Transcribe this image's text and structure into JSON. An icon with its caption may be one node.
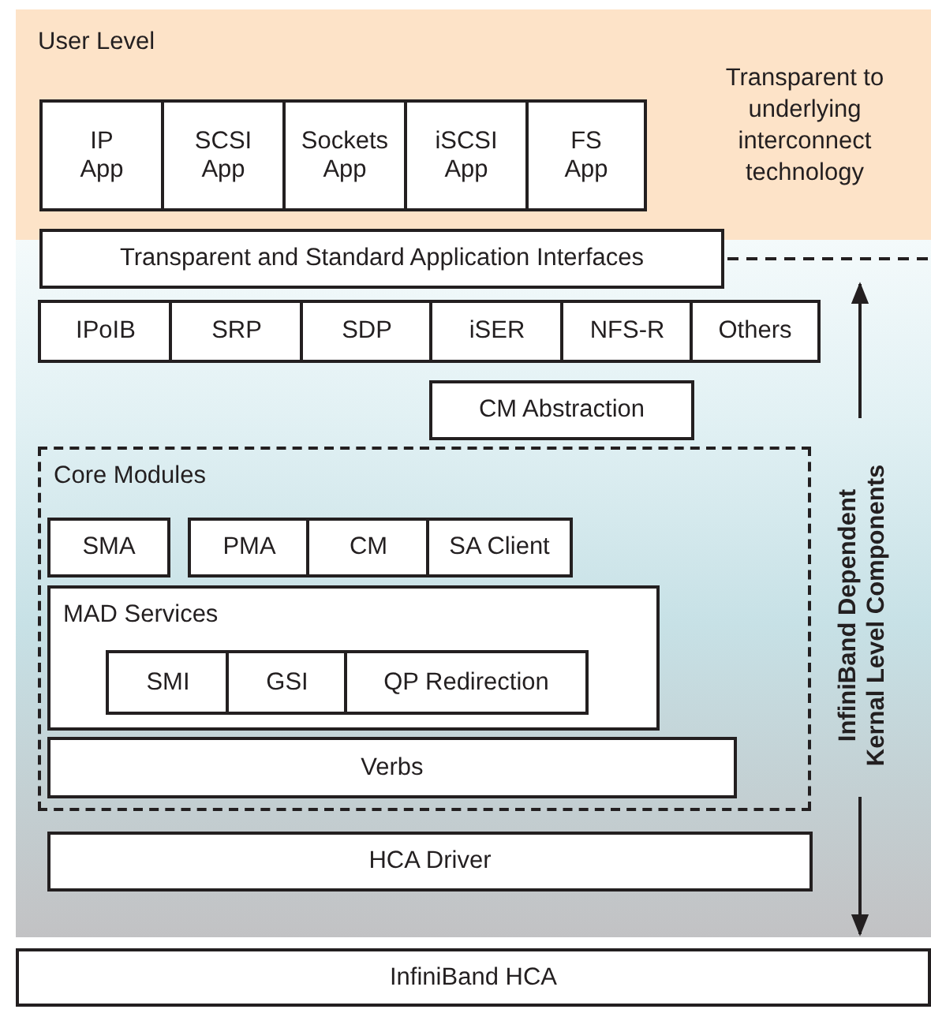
{
  "diagram": {
    "nodes": [
      {
        "text": [
          "User Level"
        ]
      },
      {
        "text": [
          "IP App"
        ],
        "in": 0
      },
      {
        "text": [
          "SCSI App"
        ],
        "in": 0
      },
      {
        "text": [
          "Sockets App"
        ],
        "in": 0
      },
      {
        "text": [
          "iSCSI App"
        ],
        "in": 0
      },
      {
        "text": [
          "FS App"
        ],
        "in": 0
      },
      {
        "text": [
          "InfiniBand Dependent Kernal Level Components"
        ]
      },
      {
        "text": [
          "Transparent and Standard Application Interfaces"
        ]
      },
      {
        "text": [
          "IPoIB"
        ],
        "in": 6
      },
      {
        "text": [
          "SRP"
        ],
        "in": 6
      },
      {
        "text": [
          "SDP"
        ],
        "in": 6
      },
      {
        "text": [
          "iSER"
        ],
        "in": 6
      },
      {
        "text": [
          "NFS-R"
        ],
        "in": 6
      },
      {
        "text": [
          "Others"
        ],
        "in": 6
      },
      {
        "text": [
          "CM Abstraction"
        ],
        "in": 6
      },
      {
        "text": [
          "Core Modules"
        ],
        "in": 6
      },
      {
        "text": [
          "SMA"
        ],
        "in": 15
      },
      {
        "text": [
          "PMA"
        ],
        "in": 15
      },
      {
        "text": [
          "CM"
        ],
        "in": 15
      },
      {
        "text": [
          "SA Client"
        ],
        "in": 15
      },
      {
        "text": [
          "MAD Services"
        ],
        "in": 15
      },
      {
        "text": [
          "SMI"
        ],
        "in": 20
      },
      {
        "text": [
          "GSI"
        ],
        "in": 20
      },
      {
        "text": [
          "QP Redirection"
        ],
        "in": 20
      },
      {
        "text": [
          "Verbs"
        ],
        "in": 15
      },
      {
        "text": [
          "HCA Driver"
        ],
        "in": 6
      },
      {
        "text": [
          "InfiniBand HCA"
        ]
      }
    ],
    "labels": [
      "Transparent to underlying interconnect technology"
    ]
  }
}
